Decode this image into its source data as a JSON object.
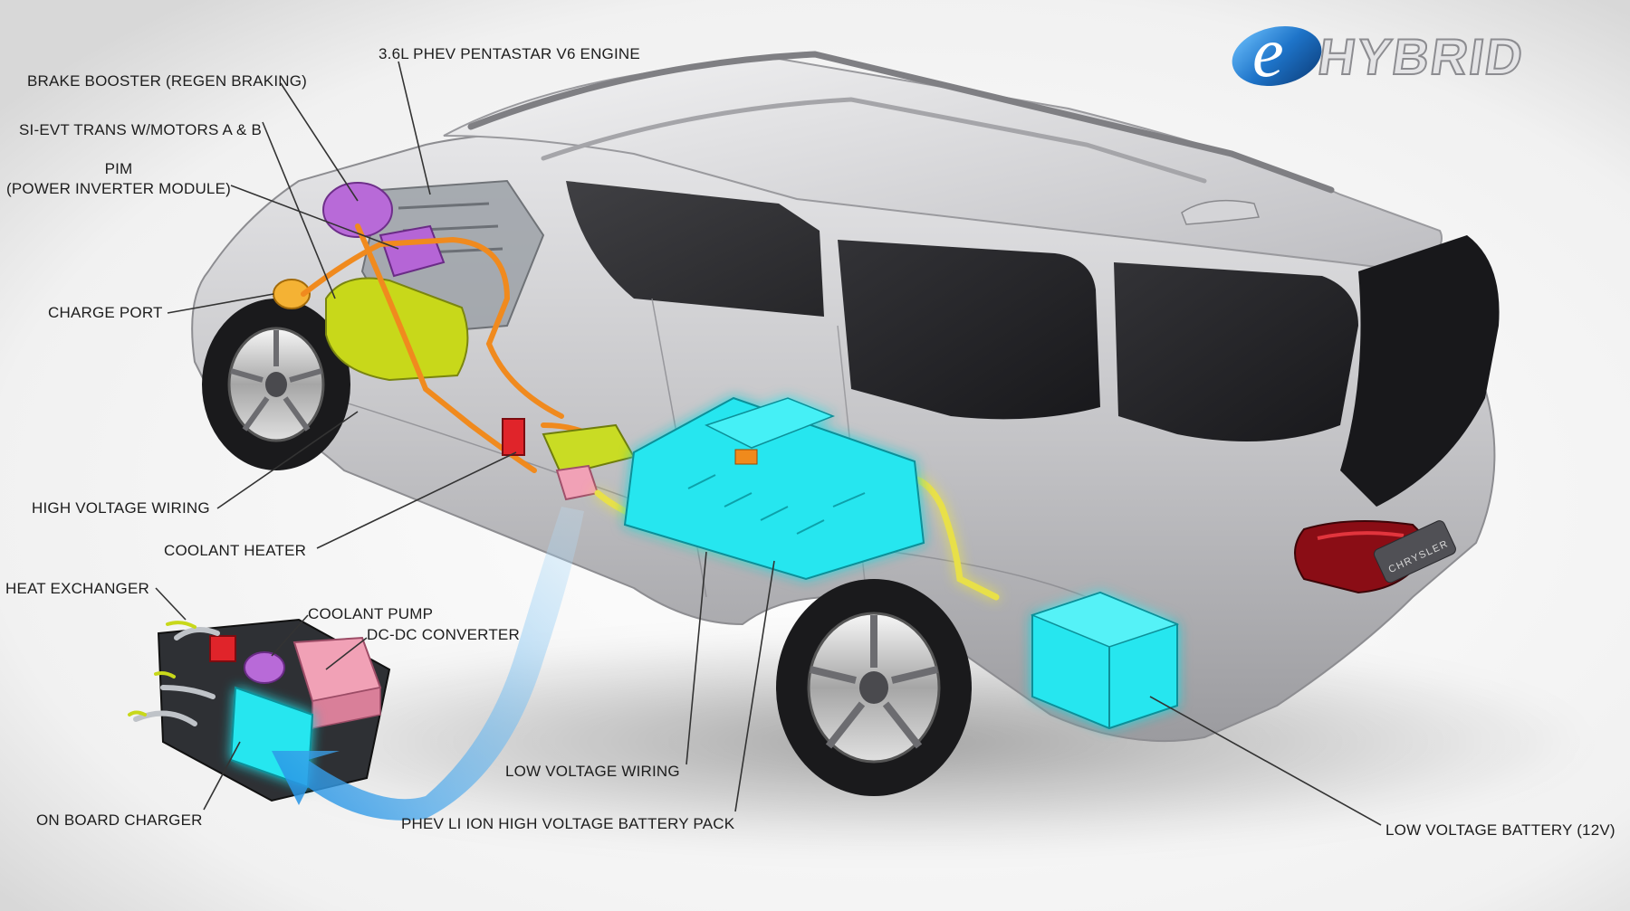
{
  "logo": {
    "text_e": "e",
    "text_rest": "HYBRID"
  },
  "callouts": {
    "engine": "3.6L PHEV PENTASTAR V6 ENGINE",
    "brake_booster": "BRAKE BOOSTER (REGEN BRAKING)",
    "trans": "SI-EVT TRANS W/MOTORS A & B",
    "pim_line1": "PIM",
    "pim_line2": "(POWER INVERTER MODULE)",
    "charge_port": "CHARGE PORT",
    "hv_wiring": "HIGH VOLTAGE WIRING",
    "coolant_heater": "COOLANT HEATER",
    "heat_exchanger": "HEAT EXCHANGER",
    "coolant_pump": "COOLANT PUMP",
    "dcdc": "DC-DC CONVERTER",
    "on_board_charger": "ON BOARD CHARGER",
    "lv_wiring": "LOW VOLTAGE WIRING",
    "battery_pack": "PHEV LI ION HIGH VOLTAGE BATTERY PACK",
    "lv_battery": "LOW VOLTAGE BATTERY (12V)"
  },
  "vehicle_badge": "CHRYSLER",
  "colors": {
    "glow_cyan": "#26e6ef",
    "engine_purple": "#b86ad8",
    "trans_yellow": "#c8d81a",
    "wire_orange": "#f08a1e",
    "lv_wire_yellow": "#e8e04a",
    "heater_red": "#e0242a",
    "dcdc_pink": "#f1a1b6",
    "charge_arrow_blue": "#3aa6ee",
    "body_silver": "#c9c9cb",
    "logo_blue": "#1e74c9"
  }
}
